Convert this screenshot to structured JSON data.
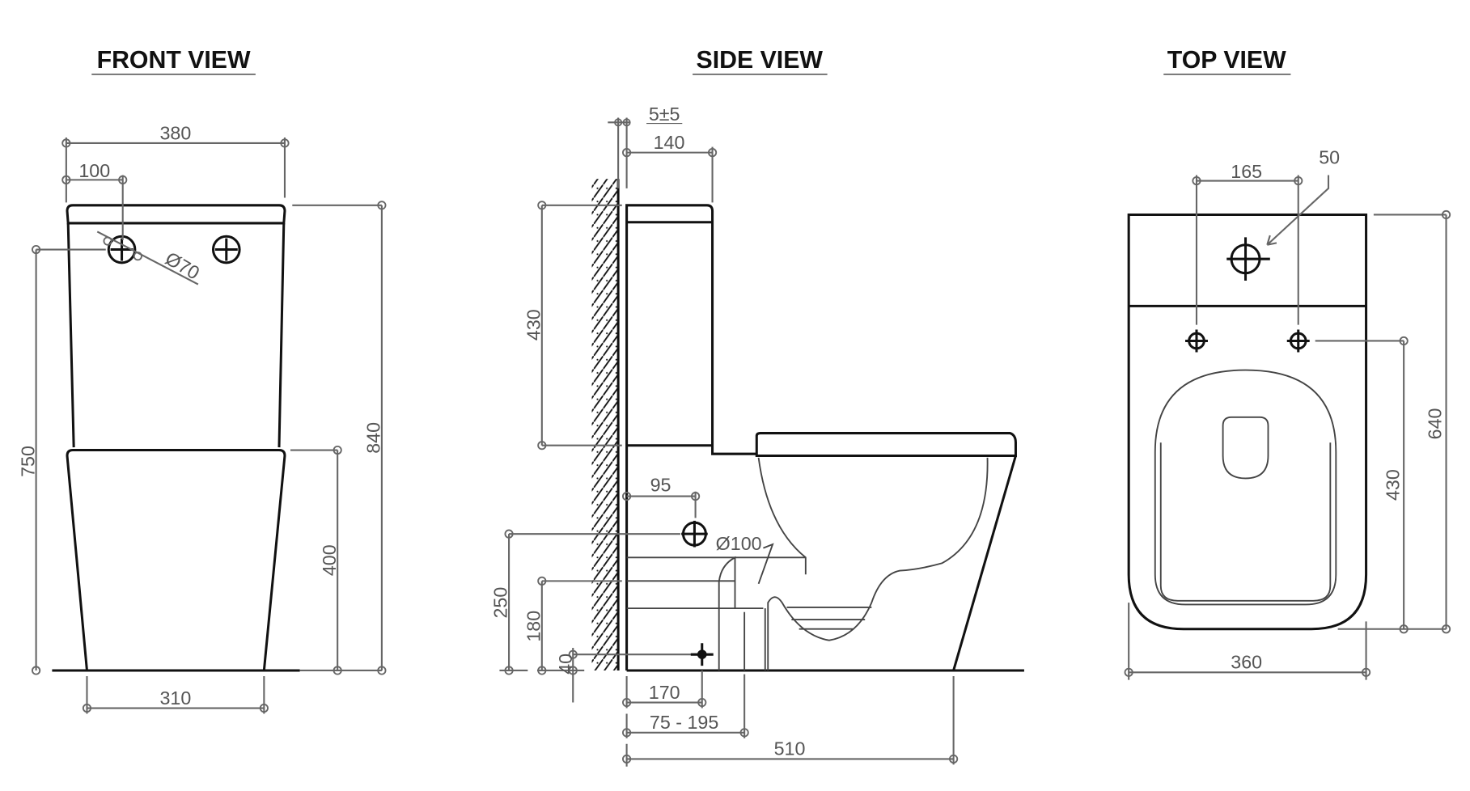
{
  "views": {
    "front": {
      "title": "FRONT VIEW",
      "dims": {
        "width_top": "380",
        "hole_offset": "100",
        "hole_diameter": "Ø70",
        "hole_height": "750",
        "total_height": "840",
        "bowl_height": "400",
        "base_width": "310"
      }
    },
    "side": {
      "title": "SIDE VIEW",
      "dims": {
        "wall_gap": "5±5",
        "tank_depth": "140",
        "tank_height": "430",
        "inlet_offset": "95",
        "outlet_diameter": "Ø100",
        "inlet_height": "250",
        "outlet_height": "180",
        "floor_fix_height": "40",
        "floor_fix_offset": "170",
        "outlet_setout": "75 - 195",
        "total_depth": "510"
      }
    },
    "top": {
      "title": "TOP VIEW",
      "dims": {
        "fix_spacing": "165",
        "hole_size": "50",
        "total_length": "640",
        "fix_to_front": "430",
        "width": "360"
      }
    }
  },
  "colors": {
    "outline": "#111111",
    "dimension": "#666666"
  }
}
